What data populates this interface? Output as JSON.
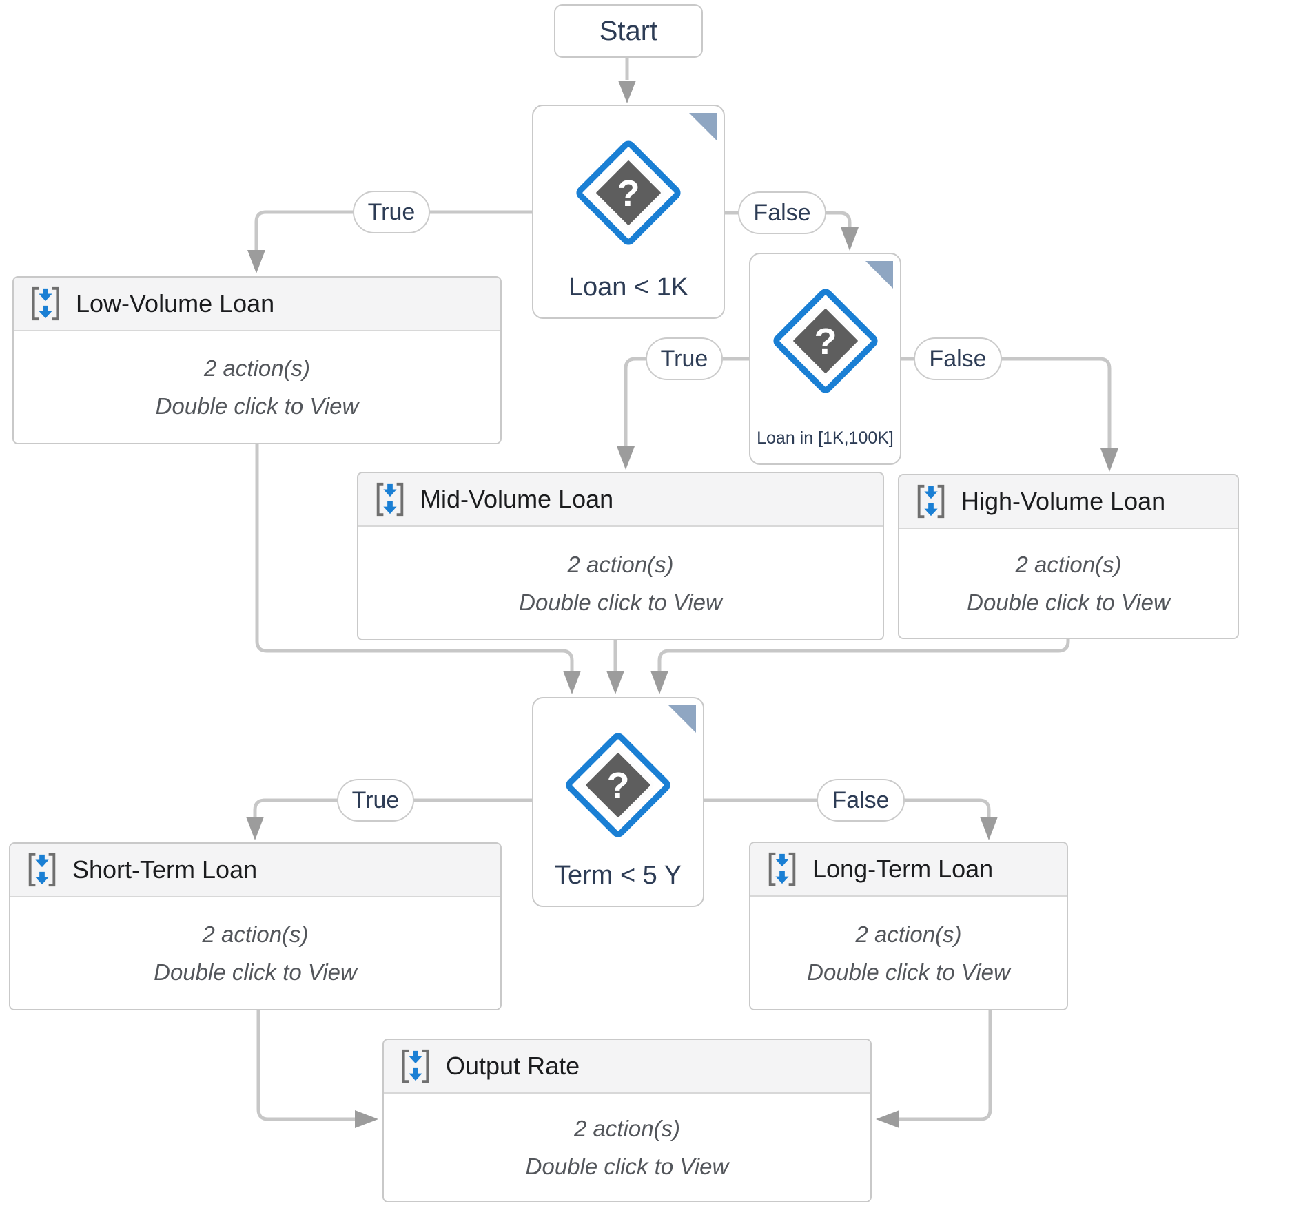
{
  "diagram": {
    "start": {
      "label": "Start"
    },
    "decisions": [
      {
        "id": "loan-lt-1k",
        "label": "Loan < 1K"
      },
      {
        "id": "loan-in-range",
        "label": "Loan in [1K,100K]"
      },
      {
        "id": "term-lt-5y",
        "label": "Term < 5 Y"
      }
    ],
    "branch_labels": {
      "true": "True",
      "false": "False"
    },
    "actions": [
      {
        "id": "low-volume-loan",
        "title": "Low-Volume Loan",
        "meta": "2 action(s)",
        "hint": "Double click to View"
      },
      {
        "id": "mid-volume-loan",
        "title": "Mid-Volume Loan",
        "meta": "2 action(s)",
        "hint": "Double click to View"
      },
      {
        "id": "high-volume-loan",
        "title": "High-Volume Loan",
        "meta": "2 action(s)",
        "hint": "Double click to View"
      },
      {
        "id": "short-term-loan",
        "title": "Short-Term Loan",
        "meta": "2 action(s)",
        "hint": "Double click to View"
      },
      {
        "id": "long-term-loan",
        "title": "Long-Term Loan",
        "meta": "2 action(s)",
        "hint": "Double click to View"
      },
      {
        "id": "output-rate",
        "title": "Output Rate",
        "meta": "2 action(s)",
        "hint": "Double click to View"
      }
    ],
    "icons": {
      "question_mark": "?",
      "sequence_icon_name": "double-down-arrow-in-brackets",
      "decision_icon_name": "question-diamond"
    },
    "colors": {
      "accent_blue": "#1a7fd4",
      "diamond_gray": "#5e5e5e",
      "corner_marker": "#8fa6c2",
      "connector_gray": "#c7c7c7",
      "arrowhead_gray": "#9c9c9c"
    }
  }
}
